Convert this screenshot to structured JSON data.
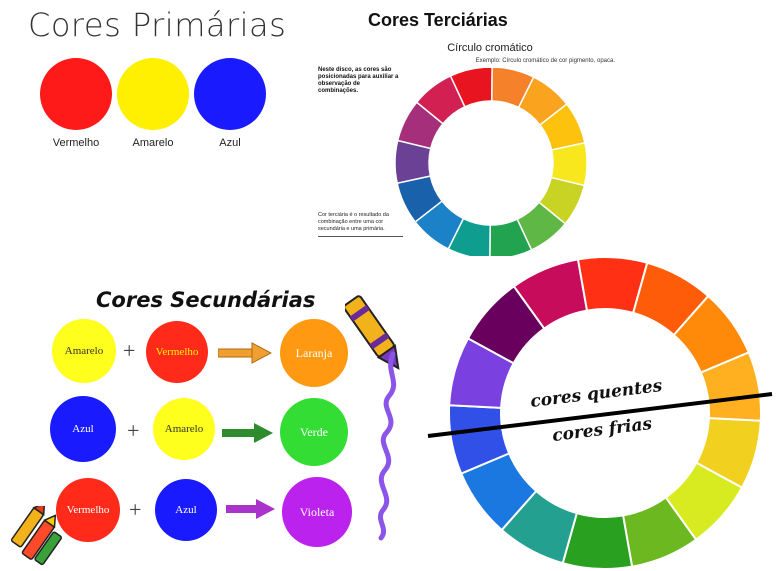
{
  "primarias": {
    "title": "Cores Primárias",
    "colors": [
      {
        "label": "Vermelho",
        "color": "#ff1a1a"
      },
      {
        "label": "Amarelo",
        "color": "#ffef00"
      },
      {
        "label": "Azul",
        "color": "#1a1aff"
      }
    ]
  },
  "terciarias": {
    "title": "Cores Terciárias",
    "subtitle": "Círculo cromático",
    "example": "Exemplo: Círculo cromático de cor pigmento, opaca.",
    "note_top": "Neste disco, as cores são posicionadas para auxiliar a observação de combinações.",
    "note_bottom": "Cor terciária é o resultado da combinação entre uma cor secundária e uma primária.",
    "wheel_colors": [
      "#e8141f",
      "#f5812b",
      "#f9a31e",
      "#fcc20e",
      "#f7e71c",
      "#c9d323",
      "#5fb846",
      "#21a34f",
      "#0e9d8e",
      "#1c82c8",
      "#1a61ab",
      "#6b4196",
      "#a52f7b",
      "#d22052"
    ]
  },
  "secundarias": {
    "title": "Cores Secundárias",
    "rows": [
      {
        "a": "Amarelo",
        "a_color": "#ffff1e",
        "a_text": "#333333",
        "plus": "+",
        "b": "Vermelho",
        "b_color": "#ff2a1a",
        "b_text": "#ffef00",
        "arrow_color": "#f0a030",
        "result": "Laranja",
        "result_color": "#ff9911",
        "result_text": "#ffffff"
      },
      {
        "a": "Azul",
        "a_color": "#1a1aff",
        "a_text": "#ffffff",
        "plus": "+",
        "b": "Amarelo",
        "b_color": "#ffff1e",
        "b_text": "#333333",
        "arrow_color": "#2e8b2e",
        "result": "Verde",
        "result_color": "#33dd33",
        "result_text": "#ffffff"
      },
      {
        "a": "Vermelho",
        "a_color": "#ff2a1a",
        "a_text": "#ffffff",
        "plus": "+",
        "b": "Azul",
        "b_color": "#1a1aff",
        "b_text": "#ffffff",
        "arrow_color": "#aa33cc",
        "result": "Violeta",
        "result_color": "#bb22ee",
        "result_text": "#ffffff"
      }
    ]
  },
  "temperatura": {
    "warm_label": "cores quentes",
    "cool_label": "cores frias",
    "wheel_colors": [
      "#ff3014",
      "#ff5c0a",
      "#ff8a0a",
      "#ffb020",
      "#f2d020",
      "#d8ea20",
      "#6cb820",
      "#2aa020",
      "#24a090",
      "#1a78e0",
      "#3050e8",
      "#7a40e0",
      "#6a005e",
      "#c80c5c"
    ]
  },
  "icons": [
    "crayon-icon",
    "crayons-icon"
  ]
}
